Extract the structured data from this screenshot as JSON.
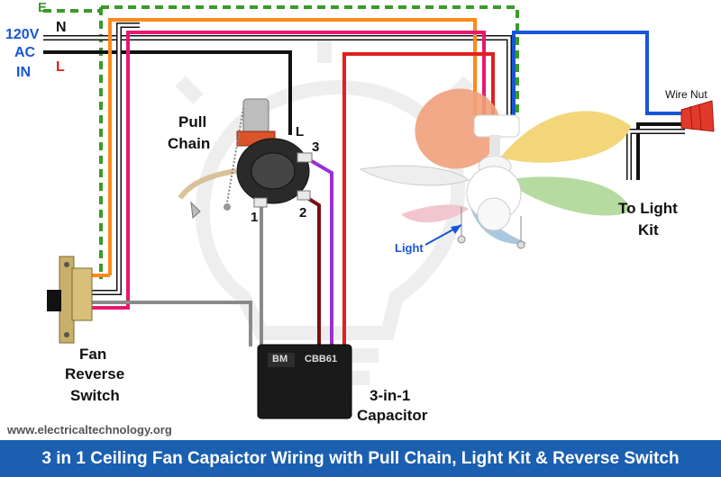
{
  "supply": {
    "voltage": "120V",
    "ac": "AC",
    "in": "IN",
    "earth": "E",
    "neutral": "N",
    "line": "L"
  },
  "pull_chain": {
    "title_line1": "Pull",
    "title_line2": "Chain",
    "terminal_l": "L",
    "terminal_1": "1",
    "terminal_2": "2",
    "terminal_3": "3"
  },
  "fan_reverse_switch": {
    "line1": "Fan",
    "line2": "Reverse",
    "line3": "Switch"
  },
  "capacitor": {
    "line1": "3-in-1",
    "line2": "Capacitor",
    "model": "CBB61",
    "brand": "BM"
  },
  "light_kit": {
    "line1": "To Light",
    "line2": "Kit",
    "light_label": "Light"
  },
  "wire_nut": "Wire Nut",
  "website": "www.electricaltechnology.org",
  "footer": "3 in 1 Ceiling Fan Capaictor Wiring with Pull Chain, Light Kit & Reverse Switch",
  "colors": {
    "earth": "#3a9a2a",
    "neutral": "#ffffff",
    "line": "#111111",
    "orange": "#ff8a1a",
    "pink": "#e8176f",
    "red": "#e0201f",
    "blue": "#1656d8",
    "purple": "#9b2fd6",
    "brown": "#7a1010",
    "gray": "#8a8a8a",
    "footer_bg": "#1b5fb0"
  }
}
